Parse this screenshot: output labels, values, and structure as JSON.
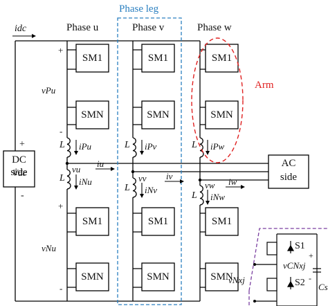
{
  "labels": {
    "phase_leg": "Phase leg",
    "phase_u": "Phase u",
    "phase_v": "Phase v",
    "phase_w": "Phase w",
    "arm": "Arm",
    "dc_side_1": "DC",
    "dc_side_2": "side",
    "ac_side_1": "AC",
    "ac_side_2": "side",
    "plus": "+",
    "minus": "-"
  },
  "submodules": {
    "top": "SM1",
    "bottom": "SMN"
  },
  "switches": {
    "s1": "S1",
    "s2": "S2"
  },
  "symbols": {
    "idc": "idc",
    "vdc": "Vdc",
    "vpu": "vPu",
    "vnu": "vNu",
    "ipu": "iPu",
    "ipv": "iPv",
    "ipw": "iPw",
    "inu": "iNu",
    "inv": "iNv",
    "inw": "iNw",
    "vu": "vu",
    "vv": "vv",
    "vw": "vw",
    "iu": "iu",
    "iv": "iv",
    "iw": "iw",
    "inductor": "L",
    "vcnxj": "vCNxj",
    "vnxj": "vNxj",
    "cs": "Cs"
  },
  "colors": {
    "line": "#000000",
    "phase_leg_dash": "#2a7fc0",
    "arm_dash": "#e02020",
    "module_border": "#7a3fa0"
  }
}
